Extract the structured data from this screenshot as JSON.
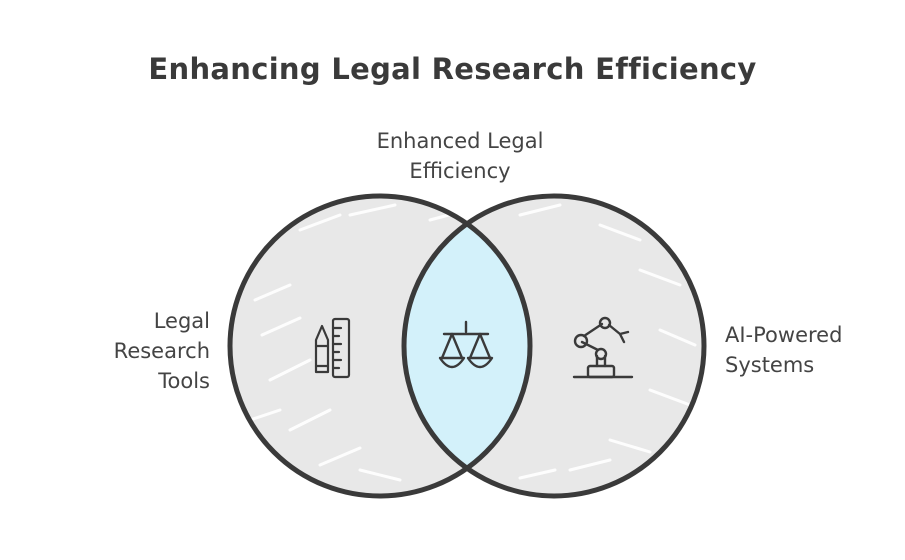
{
  "title": "Enhancing Legal Research Efficiency",
  "intersection": {
    "lines": [
      "Enhanced Legal",
      "Efficiency"
    ]
  },
  "left_set": {
    "lines": [
      "Legal",
      "Research",
      "Tools"
    ]
  },
  "right_set": {
    "lines": [
      "AI-Powered",
      "Systems"
    ]
  },
  "icons": {
    "left": "pencil-ruler-icon",
    "center": "scales-icon",
    "right": "robotic-arm-icon"
  },
  "colors": {
    "circle_fill": "#e8e8e8",
    "intersection_fill": "#d3f1fa",
    "stroke": "#3a3a3a"
  }
}
